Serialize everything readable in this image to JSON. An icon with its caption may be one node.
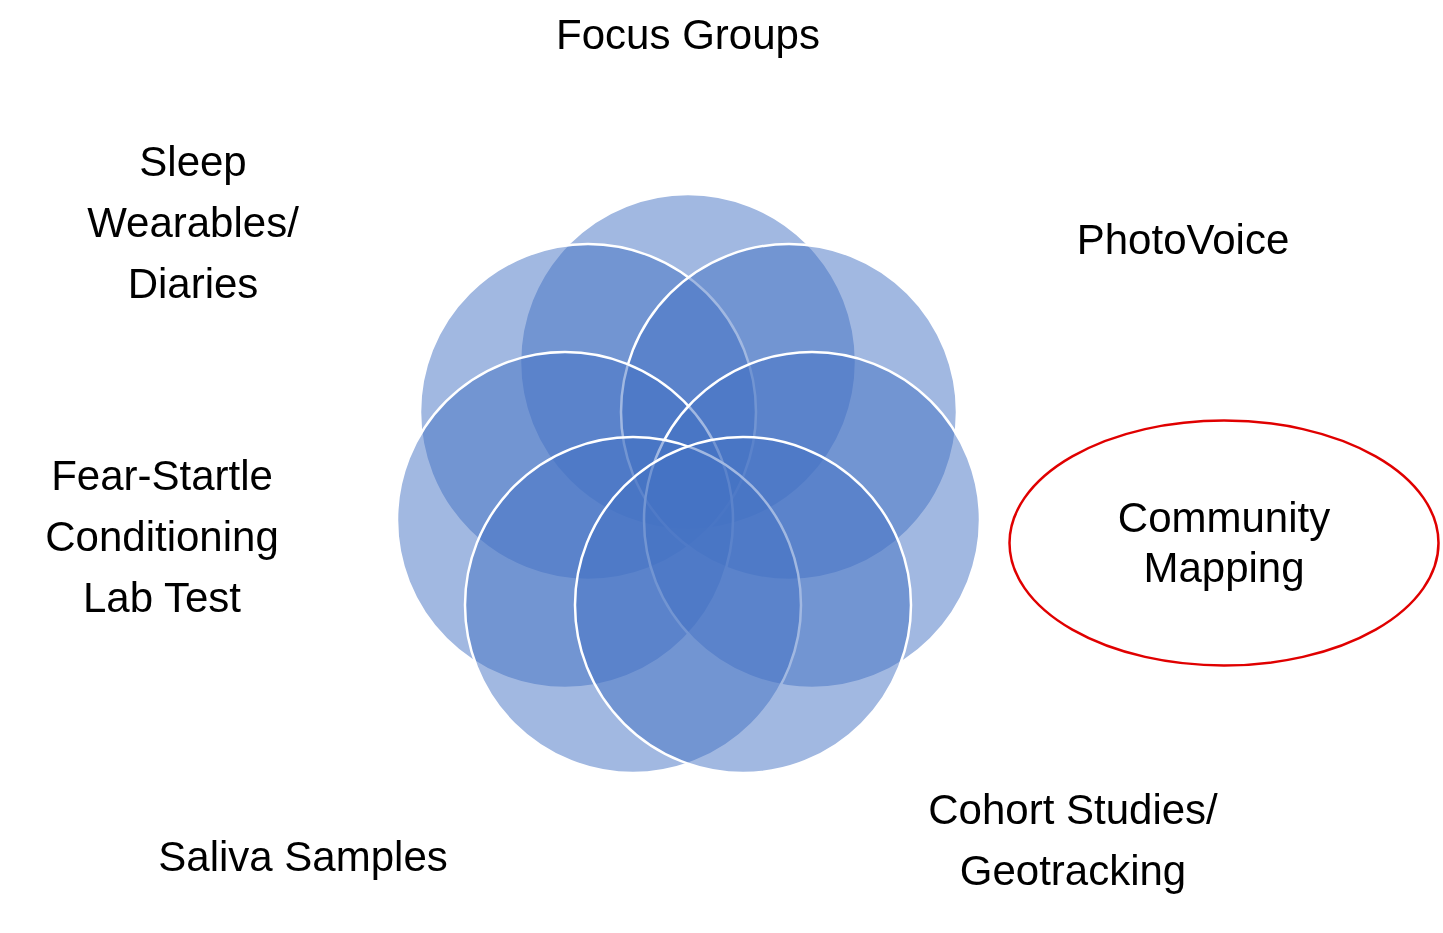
{
  "diagram": {
    "nodes": [
      {
        "text": [
          "Community Mapping"
        ]
      }
    ],
    "labels": [
      "Focus Groups",
      "Sleep Wearables/ Diaries",
      "PhotoVoice",
      "Fear-Startle Conditioning Lab Test",
      "Cohort Studies/ Geotracking",
      "Saliva Samples"
    ]
  }
}
